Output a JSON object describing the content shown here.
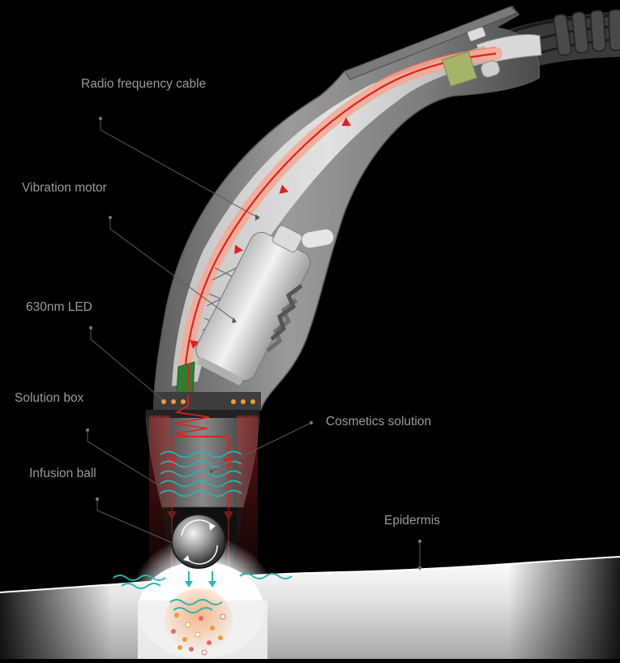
{
  "labels": {
    "radio_frequency_cable": "Radio frequency cable",
    "vibration_motor": "Vibration motor",
    "led_630nm": "630nm LED",
    "solution_box": "Solution box",
    "cosmetics_solution": "Cosmetics solution",
    "infusion_ball": "Infusion ball",
    "epidermis": "Epidermis"
  },
  "colors": {
    "background": "#000000",
    "device_body": "#8f8f8f",
    "device_inner": "#d4d4d4",
    "rf_path": "#e41e1e",
    "rf_glow": "#f4a890",
    "led_green": "#2e7d32",
    "solution_wave": "#27b7b2",
    "skin": "#f0f0f0",
    "label_text": "#9a9a9a",
    "leader_line": "#5a5a5a"
  }
}
